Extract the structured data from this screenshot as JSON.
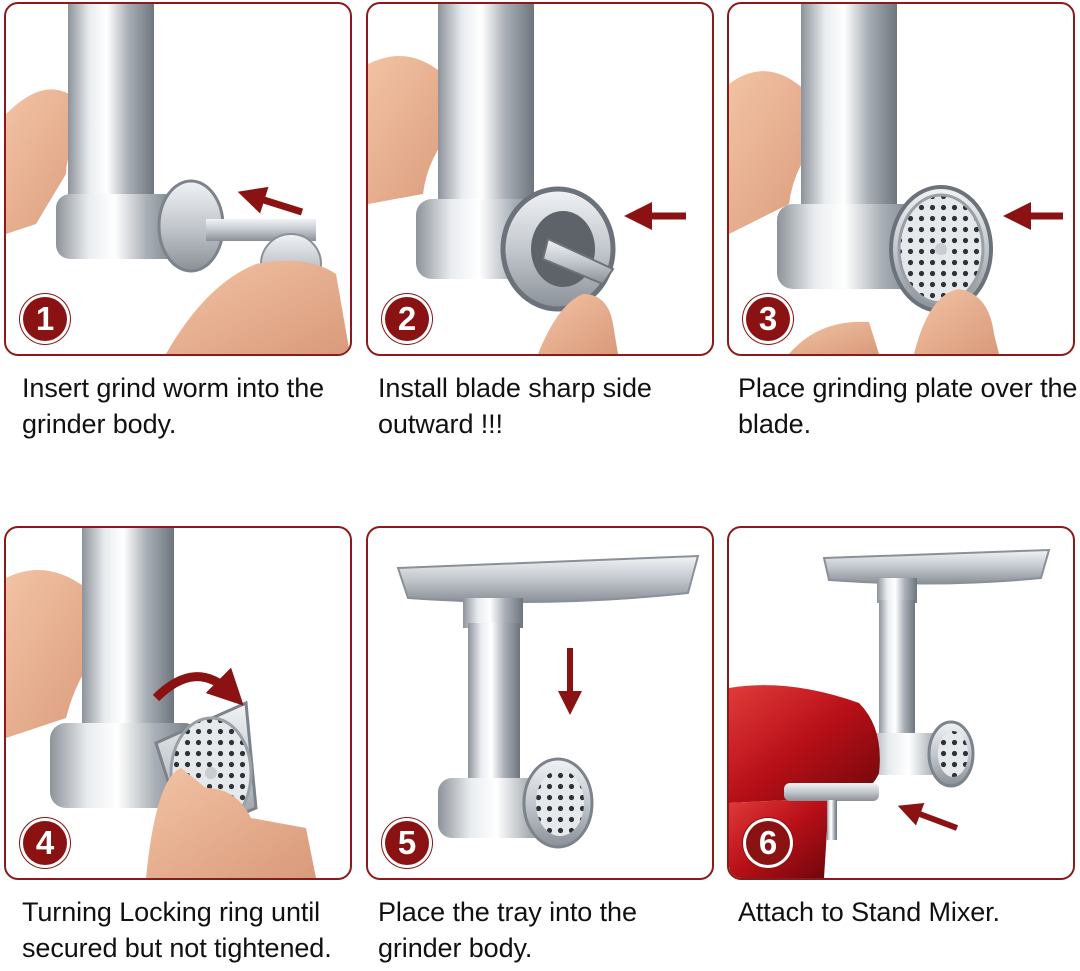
{
  "colors": {
    "accent": "#8b1212",
    "border": "#8b1a1a",
    "steel": "#c9cdd2",
    "mixer_red": "#c0141c"
  },
  "steps": [
    {
      "number": "1",
      "caption": "Insert grind worm into the grinder body."
    },
    {
      "number": "2",
      "caption": "Install blade sharp side outward !!!"
    },
    {
      "number": "3",
      "caption": "Place grinding plate over the blade."
    },
    {
      "number": "4",
      "caption": "Turning Locking ring until secured but not tightened."
    },
    {
      "number": "5",
      "caption": "Place the tray into the grinder body."
    },
    {
      "number": "6",
      "caption": "Attach to Stand Mixer."
    }
  ]
}
